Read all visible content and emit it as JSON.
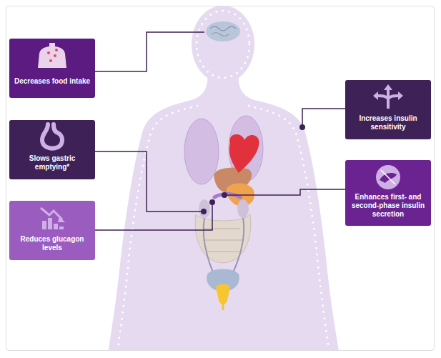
{
  "diagram": {
    "nodes": [
      {
        "text": [
          "Decreases food intake"
        ]
      },
      {
        "text": [
          "Increases insulin sensitivity"
        ]
      },
      {
        "text": [
          "Slows gastric emptying*"
        ]
      },
      {
        "text": [
          "Enhances first- and second-phase insulin secretion"
        ]
      },
      {
        "text": [
          "Reduces glucagon levels"
        ]
      }
    ]
  }
}
